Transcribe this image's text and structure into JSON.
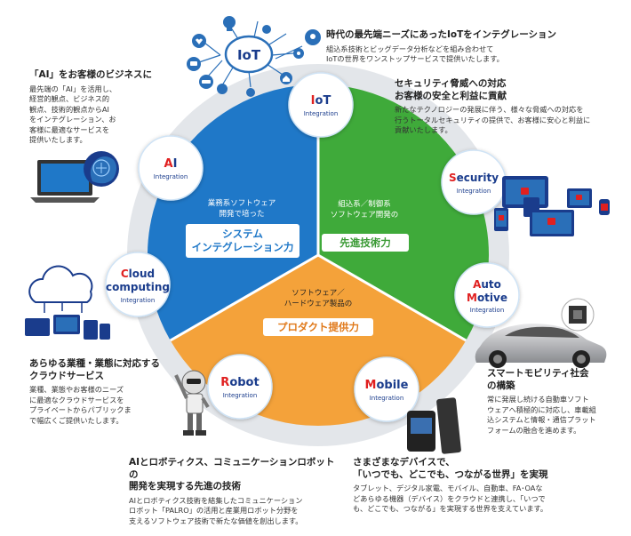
{
  "sections": {
    "iot": {
      "title": "時代の最先端ニーズにあったIoTをインテグレーション",
      "body": "組込系技術とビッグデータ分析などを組み合わせて\nIoTの世界をワンストップサービスで提供いたします。"
    },
    "ai": {
      "title": "「AI」をお客様のビジネスに",
      "body": "最先端の「AI」を活用し、\n経営的観点、ビジネス的\n観点、技術的観点からAI\nをインテグレーション、お\n客様に最適なサービスを\n提供いたします。"
    },
    "security": {
      "title": "セキュリティ脅威への対応\nお客様の安全と利益に貢献",
      "body": "新たなテクノロジーの発展に伴う、様々な脅威への対応を\n行うトータルセキュリティの提供で、お客様に安心と利益に\n貢献いたします。"
    },
    "cloud": {
      "title": "あらゆる業種・業態に対応する\nクラウドサービス",
      "body": "業種、業態やお客様のニーズ\nに最適なクラウドサービスを\nプライベートからパブリックま\nで幅広くご提供いたします。"
    },
    "auto": {
      "title": "スマートモビリティ社会\nの構築",
      "body": "常に発展し続ける自動車ソフト\nウェアへ積極的に対応し、車載組\n込システムと情報・通信プラット\nフォームの融合を進めます。"
    },
    "robot": {
      "title": "AIとロボティクス、コミュニケーションロボットの\n開発を実現する先進の技術",
      "body": "AIとロボティクス技術を結集したコミュニケーション\nロボット「PALRO」の活用と産業用ロボット分野を\n支えるソフトウェア技術で新たな価値を創出します。"
    },
    "mobile": {
      "title": "さまざまなデバイスで、\n「いつでも、どこでも、つながる世界」を実現",
      "body": "タブレット、デジタル家電、モバイル、自動車、FA･OAな\nどあらゆる機器（デバイス）をクラウドと連携し、「いつで\nも、どこでも、つながる」を実現する世界を支えています。"
    }
  },
  "center": {
    "blue_small": "業務系ソフトウェア\n開発で培った",
    "blue_label": "システム\nインテグレーション力",
    "green_small": "組込系／制御系\nソフトウェア開発の",
    "green_label": "先進技術力",
    "orange_small": "ソフトウェア／\nハードウェア製品の",
    "orange_label": "プロダクト提供力"
  },
  "nodes": {
    "iot": {
      "first": "I",
      "rest": "oT",
      "sub": "Integration"
    },
    "ai": {
      "first": "A",
      "rest": "I",
      "sub": "Integration"
    },
    "security": {
      "first": "S",
      "rest": "ecurity",
      "sub": "Integration"
    },
    "cloud": {
      "first": "C",
      "rest": "loud",
      "line2": "computing",
      "sub": "Integration"
    },
    "auto": {
      "first": "A",
      "rest": "uto",
      "first2": "M",
      "rest2": "otive",
      "sub": "Integration"
    },
    "robot": {
      "first": "R",
      "rest": "obot",
      "sub": "Integration"
    },
    "mobile": {
      "first": "M",
      "rest": "obile",
      "sub": "Integration"
    }
  },
  "iot_bubble": "IoT",
  "colors": {
    "blue": "#1f78c8",
    "green": "#3faa3a",
    "orange": "#f4a23a",
    "red": "#e02020",
    "navy": "#1a3c8c",
    "ring": "#e3e6ea"
  },
  "icons": [
    "bulb-icon",
    "heart-icon",
    "location-icon",
    "gear-icon",
    "house-icon",
    "chat-icon",
    "car-icon",
    "lock-icon",
    "gamepad-icon",
    "speaker-icon",
    "laptop-icon",
    "brain-icon",
    "cloud-icon",
    "tablet-icon",
    "smartphone-icon",
    "cpu-chip-icon",
    "robot-icon",
    "mobile-router-icon"
  ]
}
